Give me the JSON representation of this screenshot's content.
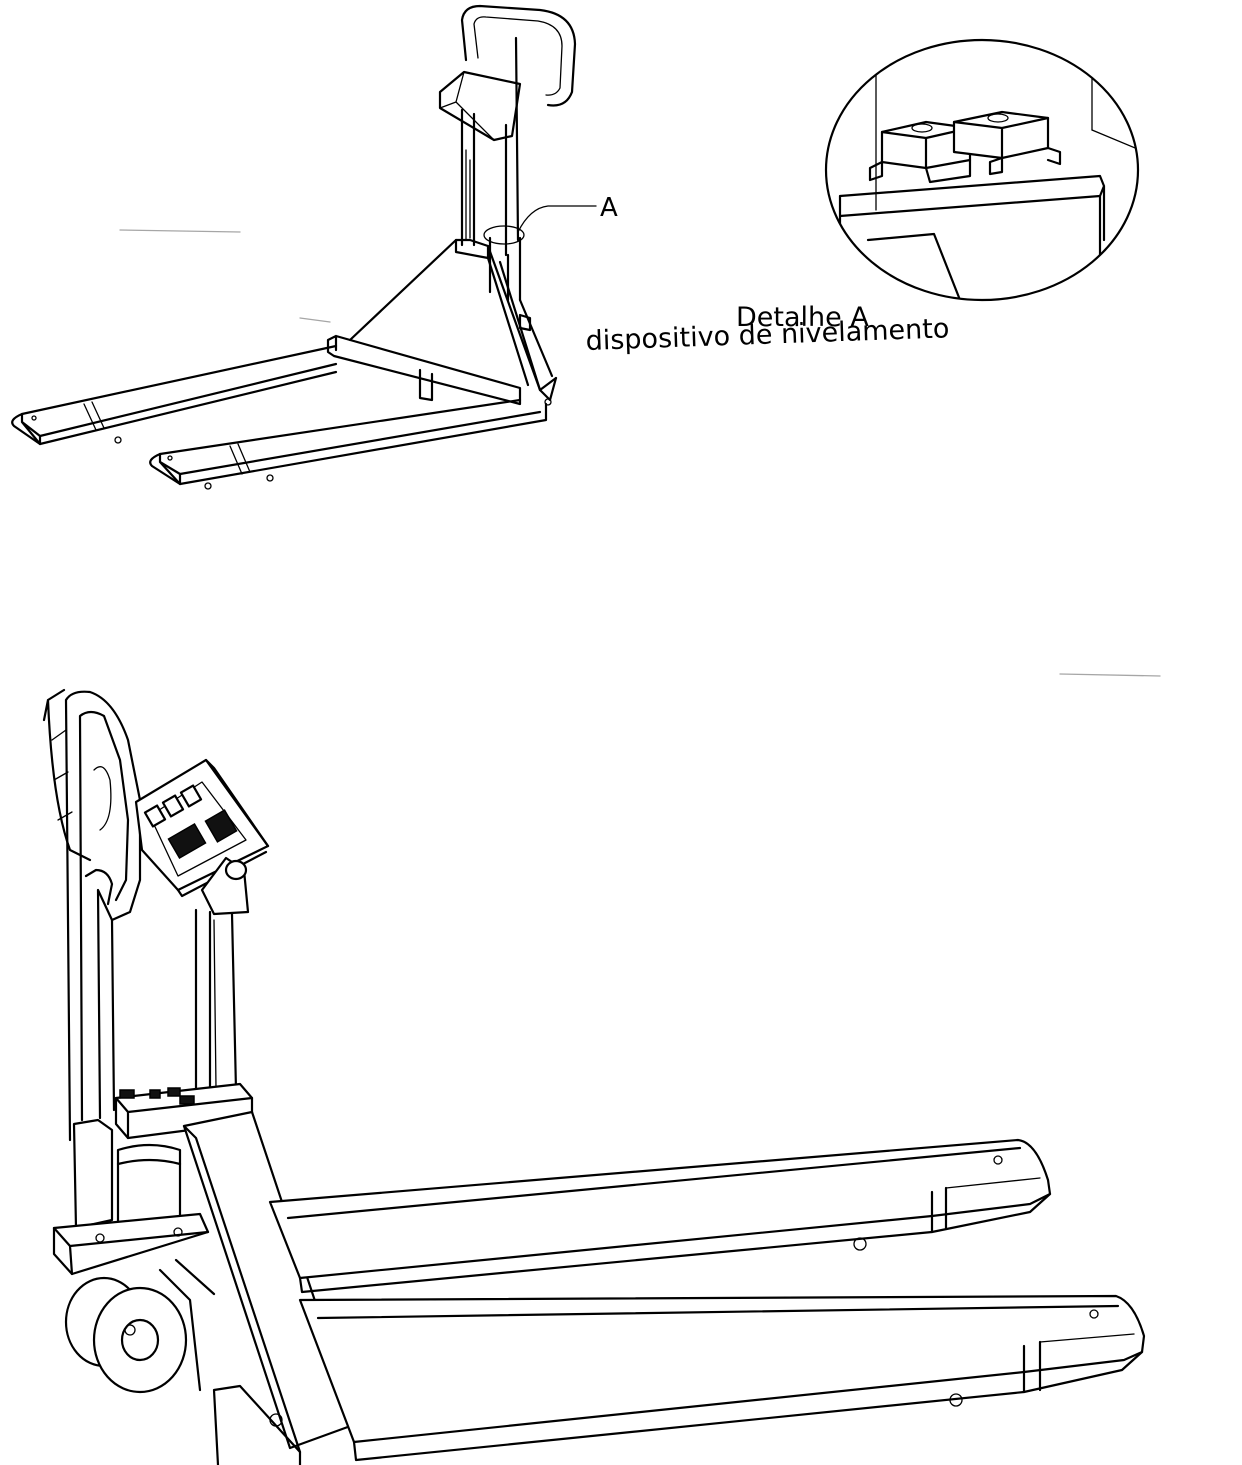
{
  "figure": {
    "callout_label": "A",
    "detail_title": "Detalhe A",
    "detail_subtitle": "dispositivo de nivelamento"
  }
}
